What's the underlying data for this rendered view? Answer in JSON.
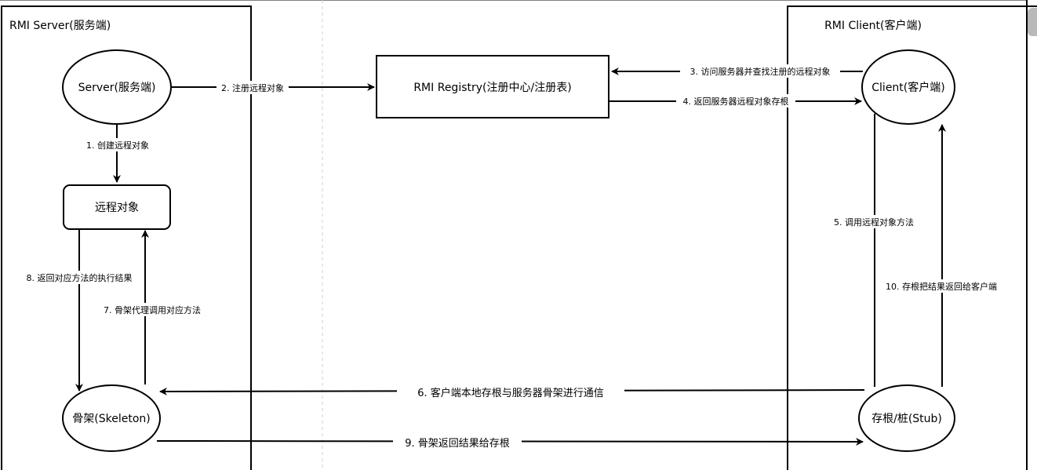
{
  "lanes": {
    "server": "RMI Server(服务端)",
    "client": "RMI Client(客户端)"
  },
  "nodes": {
    "server": "Server(服务端)",
    "remote_object": "远程对象",
    "skeleton": "骨架(Skeleton)",
    "registry": "RMI Registry(注册中心/注册表)",
    "client": "Client(客户端)",
    "stub": "存根/桩(Stub)"
  },
  "edges": {
    "e1": "1. 创建远程对象",
    "e2": "2. 注册远程对象",
    "e3": "3. 访问服务器并查找注册的远程对象",
    "e4": "4. 返回服务器远程对象存根",
    "e5": "5. 调用远程对象方法",
    "e6": "6. 客户端本地存根与服务器骨架进行通信",
    "e7": "7. 骨架代理调用对应方法",
    "e8": "8. 返回对应方法的执行结果",
    "e9": "9. 骨架返回结果给存根",
    "e10": "10. 存根把结果返回给客户端"
  },
  "colors": {
    "stroke": "#000000",
    "background": "#ffffff",
    "guide": "#cccccc",
    "scrollbar": "#b9b9b9"
  }
}
